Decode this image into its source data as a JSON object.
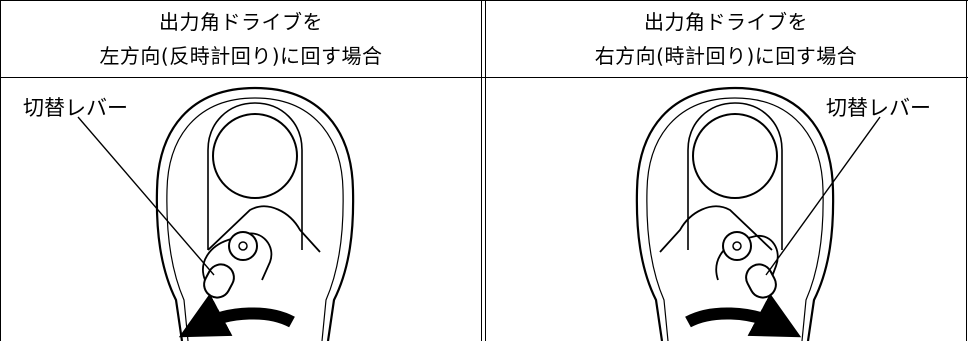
{
  "columns": [
    {
      "heading_line1": "出力角ドライブを",
      "heading_line2": "左方向(反時計回り)に回す場合",
      "lever_label": "切替レバー"
    },
    {
      "heading_line1": "出力角ドライブを",
      "heading_line2": "右方向(時計回り)に回す場合",
      "lever_label": "切替レバー"
    }
  ]
}
